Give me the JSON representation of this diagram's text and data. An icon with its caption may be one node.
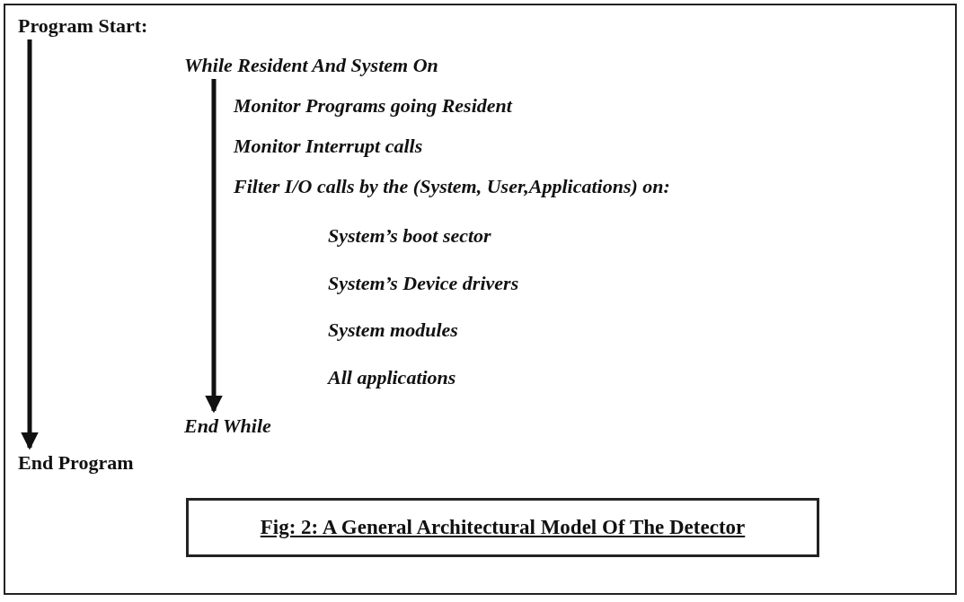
{
  "diagram": {
    "caption": "Fig: 2:  A General Architectural Model Of The Detector",
    "nodes": [
      {
        "text": [
          "Program Start:"
        ]
      },
      {
        "text": [
          "While Resident And System On"
        ]
      },
      {
        "text": [
          "End While"
        ]
      },
      {
        "text": [
          "End Program"
        ]
      }
    ],
    "edges": [
      {
        "from": 0,
        "to": 3,
        "arrow": "to"
      },
      {
        "from": 1,
        "to": 2,
        "arrow": "to"
      }
    ],
    "labels": [
      "Monitor Programs going Resident",
      "Monitor Interrupt calls",
      "Filter I/O calls by the (System, User,Applications) on:",
      "System’s boot sector",
      "System’s Device drivers",
      "System modules",
      "All applications"
    ]
  }
}
